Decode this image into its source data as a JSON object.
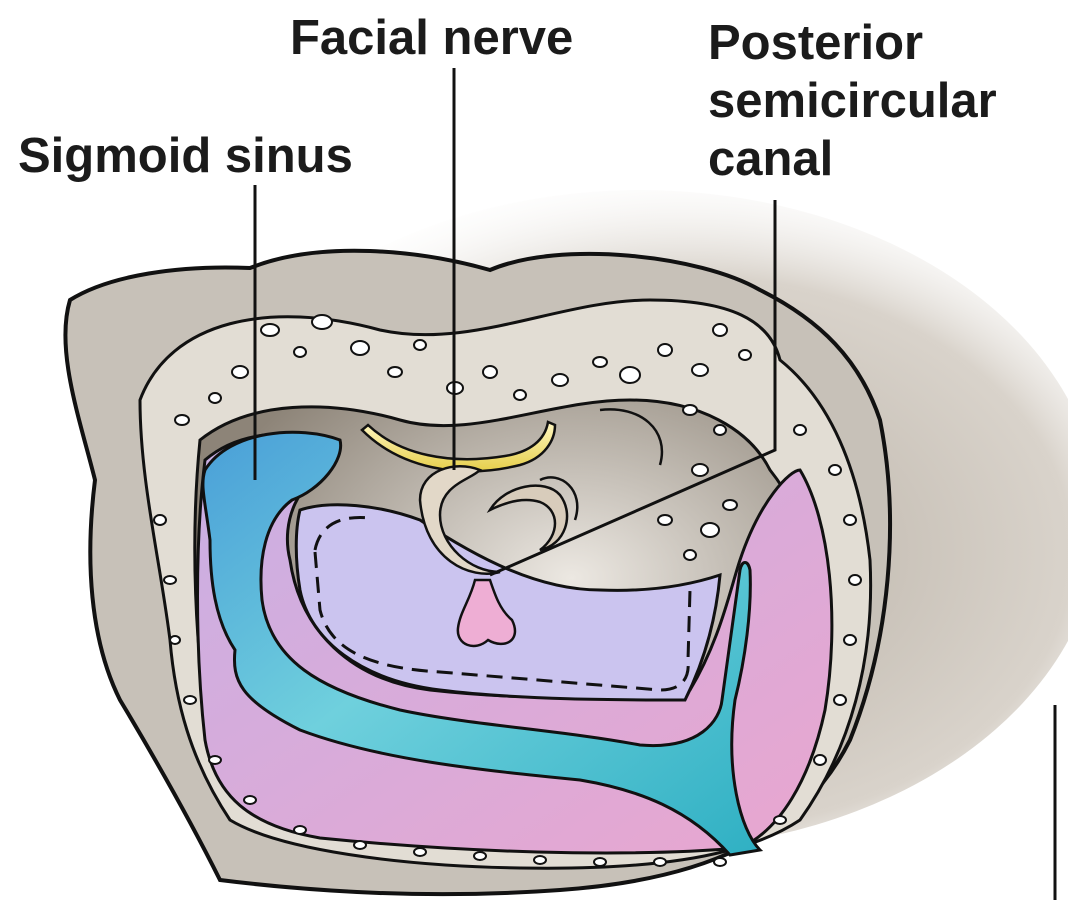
{
  "labels": {
    "facial_nerve": "Facial nerve",
    "sigmoid_sinus": "Sigmoid sinus",
    "posterior_semicircular_canal": [
      "Posterior",
      "semicircular",
      "canal"
    ]
  },
  "colors": {
    "background": "#ffffff",
    "bone": "#c9c3bb",
    "bone_shadow": "#a89e92",
    "cortex": "#e4dfd7",
    "sinus": "#5bc3d4",
    "sinus_dark": "#3f8fcf",
    "dura": "#d8a8de",
    "dura_pink": "#e9a9d3",
    "facial_nerve": "#f2e27a",
    "canal": "#ddd4c6",
    "outline": "#111111"
  }
}
